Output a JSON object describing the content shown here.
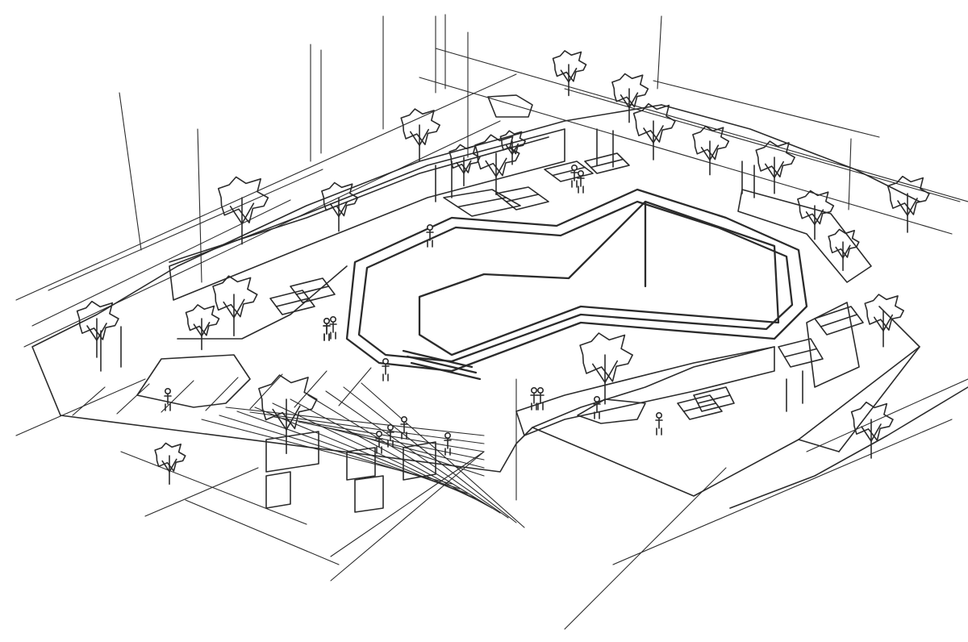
{
  "figure": {
    "kind": "hand-drawn isometric landscape sketch",
    "background_color": "#ffffff",
    "ink_color": "#2b2b2b",
    "text_labels": []
  },
  "elements": {
    "central_pool": "sunken-basin",
    "terraces": [
      "upper-terrace",
      "left-terrace",
      "right-terrace"
    ],
    "trees": 22,
    "people": 16,
    "benches": 10,
    "planters": 5
  }
}
